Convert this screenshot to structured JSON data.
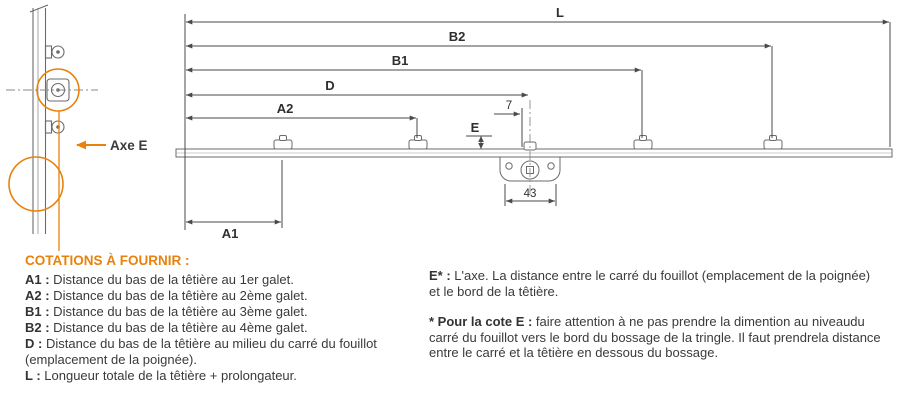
{
  "colors": {
    "accent": "#e8820c",
    "ink": "#3a3a3a",
    "drawing_line": "#6b6b6b",
    "dimension_line": "#4a4a4a"
  },
  "diagram": {
    "axis_label": "Axe E",
    "dims": {
      "L": "L",
      "B2": "B2",
      "B1": "B1",
      "D": "D",
      "A2": "A2",
      "A1": "A1",
      "E": "E",
      "seven": "7",
      "fortythree": "43"
    }
  },
  "legend": {
    "title": "COTATIONS À FOURNIR :",
    "items": [
      {
        "term": "A1 :",
        "desc": " Distance du bas de la têtière au 1er galet."
      },
      {
        "term": "A2 :",
        "desc": " Distance du bas de la têtière au 2ème galet."
      },
      {
        "term": "B1 :",
        "desc": " Distance du bas de la têtière au 3ème galet."
      },
      {
        "term": "B2 :",
        "desc": " Distance du bas de la têtière au 4ème galet."
      },
      {
        "term": "D :",
        "desc": " Distance du bas de la têtière au milieu du carré du fouillot (emplacement de la poignée)."
      },
      {
        "term": "L :",
        "desc": " Longueur totale de la têtière + prolongateur."
      }
    ],
    "note_e": {
      "term": "E* :",
      "desc": " L'axe. La distance entre le carré du fouillot (emplacement de la poignée) et le bord de la têtière."
    },
    "note_star": {
      "term": "* Pour la cote E :",
      "desc": " faire attention à ne pas prendre la dimention au niveaudu carré du fouillot vers le bord du bossage de la tringle. Il faut prendrela distance entre le carré et la têtière en dessous du bossage."
    }
  }
}
